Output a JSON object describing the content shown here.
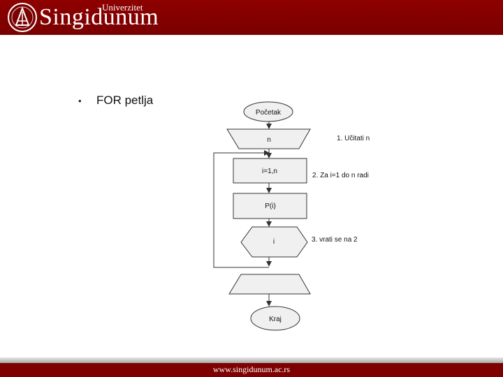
{
  "header": {
    "logo_main": "Singidunum",
    "logo_sub": "Univerzitet",
    "brand_color": "#7e0000"
  },
  "slide": {
    "bullet_symbol": "•",
    "bullet_text": "FOR petlja"
  },
  "flowchart": {
    "start_label": "Početak",
    "input_label": "n",
    "init_label": "i=1,n",
    "process_label": "P(i)",
    "decision_label": "i",
    "end_label": "Kraj",
    "notes": {
      "step1": "1. Učitati n",
      "step2": "2. Za i=1 do n radi",
      "step3": "3. vrati se na 2"
    },
    "fill_color": "#f0f0f0",
    "stroke_color": "#333333"
  },
  "footer": {
    "url": "www.singidunum.ac.rs"
  }
}
